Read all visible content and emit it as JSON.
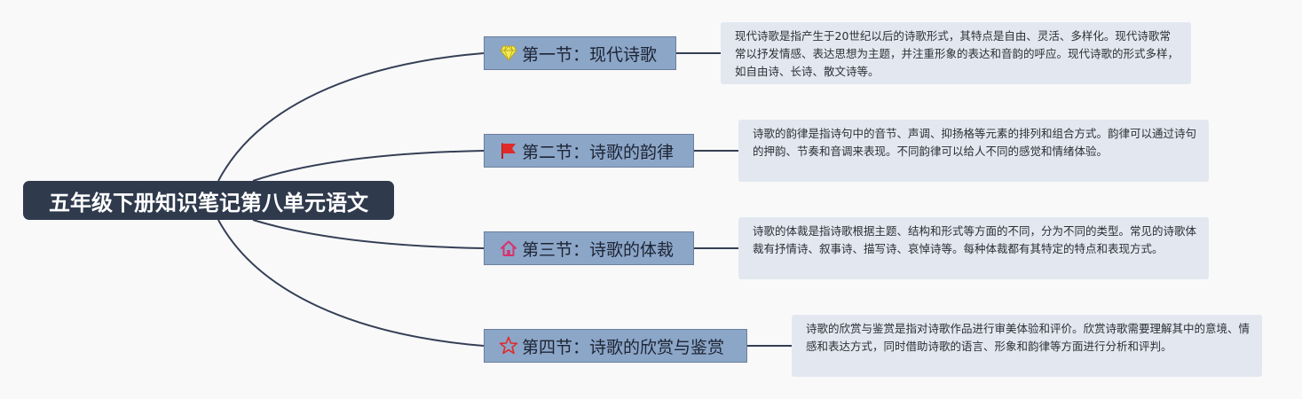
{
  "root": {
    "title": "五年级下册知识笔记第八单元语文"
  },
  "branches": [
    {
      "title": "第一节：现代诗歌",
      "icon": "diamond-icon",
      "note": "现代诗歌是指产生于20世纪以后的诗歌形式，其特点是自由、灵活、多样化。现代诗歌常常以抒发情感、表达思想为主题，并注重形象的表达和音韵的呼应。现代诗歌的形式多样，如自由诗、长诗、散文诗等。"
    },
    {
      "title": "第二节：诗歌的韵律",
      "icon": "red-flag-icon",
      "note": "诗歌的韵律是指诗句中的音节、声调、抑扬格等元素的排列和组合方式。韵律可以通过诗句的押韵、节奏和音调来表现。不同韵律可以给人不同的感觉和情绪体验。"
    },
    {
      "title": "第三节：诗歌的体裁",
      "icon": "home-icon",
      "note": "诗歌的体裁是指诗歌根据主题、结构和形式等方面的不同，分为不同的类型。常见的诗歌体裁有抒情诗、叙事诗、描写诗、哀悼诗等。每种体裁都有其特定的特点和表现方式。"
    },
    {
      "title": "第四节：诗歌的欣赏与鉴赏",
      "icon": "star-icon",
      "note": "诗歌的欣赏与鉴赏是指对诗歌作品进行审美体验和评价。欣赏诗歌需要理解其中的意境、情感和表达方式，同时借助诗歌的语言、形象和韵律等方面进行分析和评判。"
    }
  ],
  "colors": {
    "background": "#f9f9fa",
    "root_fill": "#2f3a4d",
    "branch_fill": "#8ca6c8",
    "note_fill": "#e3e8f0",
    "connector": "#353f55"
  }
}
